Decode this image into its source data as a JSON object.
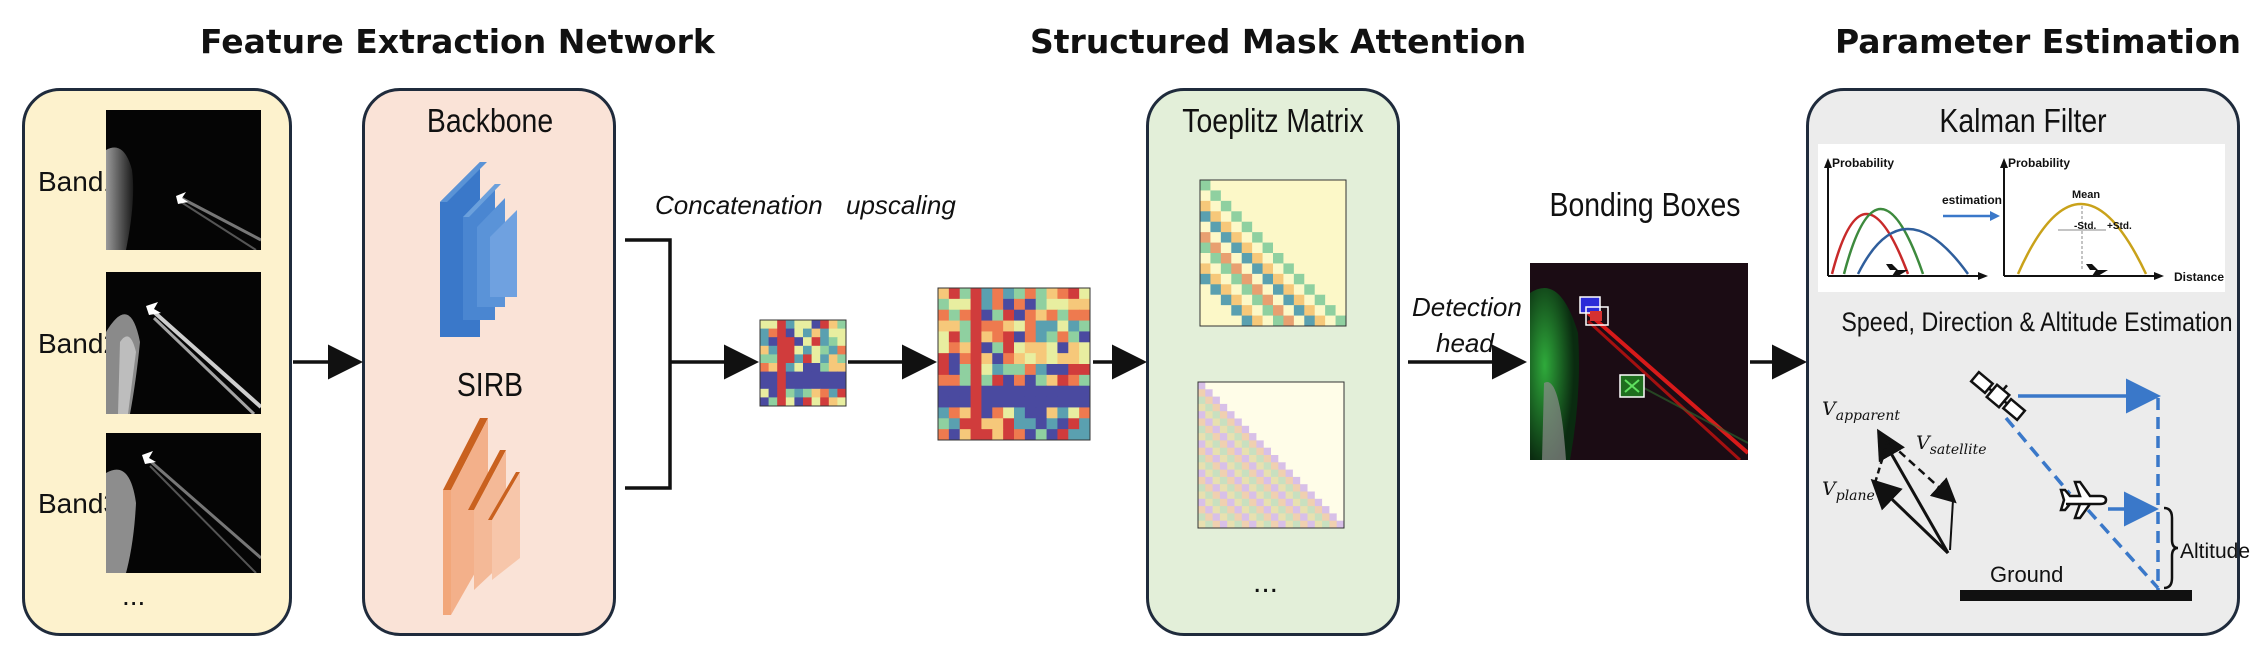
{
  "sections": {
    "feature": "Feature Extraction Network",
    "attention": "Structured Mask Attention",
    "parameter": "Parameter Estimation"
  },
  "bands": {
    "items": [
      "Band1",
      "Band2",
      "Band3"
    ],
    "ellipsis": "..."
  },
  "network": {
    "backbone": "Backbone",
    "sirb": "SIRB"
  },
  "flow": {
    "concatenation": "Concatenation",
    "upscaling": "upscaling",
    "detection_line1": "Detection",
    "detection_line2": "head"
  },
  "toeplitz": {
    "title": "Toeplitz Matrix",
    "ellipsis": "..."
  },
  "boxes": {
    "title": "Bonding Boxes"
  },
  "kalman": {
    "title": "Kalman Filter",
    "prob_label_left": "Probability",
    "prob_label_right": "Probability",
    "estimation": "estimation",
    "mean": "Mean",
    "minus_std": "-Std.",
    "plus_std": "+Std.",
    "distance": "Distance",
    "subtitle": "Speed, Direction & Altitude Estimation",
    "v_apparent": "V",
    "v_apparent_sub": "apparent",
    "v_satellite": "V",
    "v_satellite_sub": "satellite",
    "v_plane": "V",
    "v_plane_sub": "plane",
    "altitude": "Altitude",
    "ground": "Ground"
  },
  "colors": {
    "bands_bg": "#fdf2cd",
    "network_bg": "#fae3d7",
    "attention_bg": "#e3efd9",
    "kalman_bg": "#ececec",
    "blue": "#3a78c9",
    "orange": "#e4762c"
  }
}
